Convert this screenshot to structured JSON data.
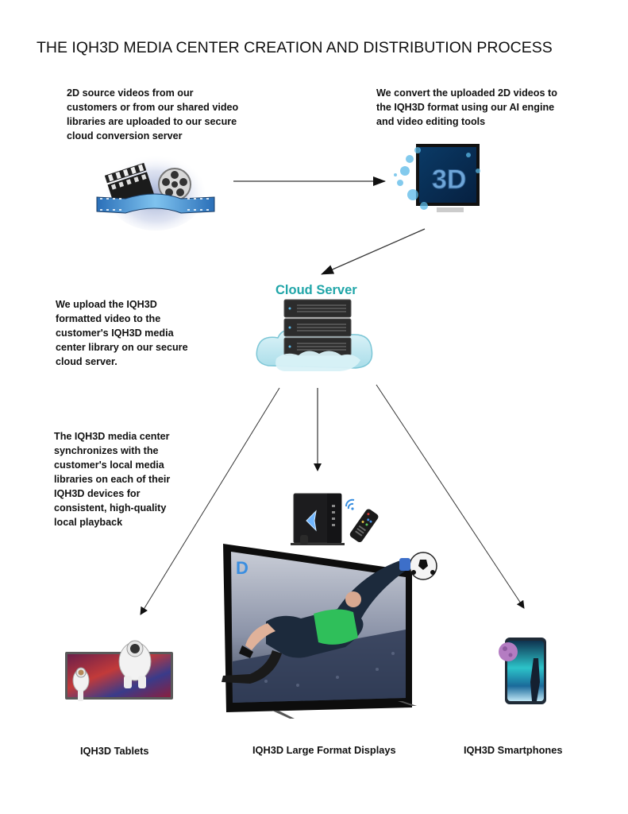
{
  "title": "THE IQH3D MEDIA CENTER CREATION AND DISTRIBUTION PROCESS",
  "steps": {
    "upload_source": {
      "lines": [
        "2D source videos from our",
        "customers or from our shared video",
        "libraries are uploaded to our secure",
        "cloud conversion server"
      ],
      "icon": "film-clapper-reel-icon"
    },
    "convert": {
      "lines": [
        "We convert the uploaded 2D videos to",
        "the IQH3D format using our AI engine",
        "and video editing tools"
      ],
      "icon": "3d-tv-splash-icon",
      "badge_text": "3D"
    },
    "cloud": {
      "heading": "Cloud Server",
      "lines": [
        "We upload the IQH3D",
        "formatted video to the",
        "customer's IQH3D media",
        "center library on our secure",
        "cloud server."
      ],
      "icon": "cloud-server-icon"
    },
    "sync": {
      "lines": [
        "The IQH3D media center",
        "synchronizes with the",
        "customer's local media",
        "libraries on each of their",
        "IQH3D devices for",
        "consistent, high-quality",
        "local playback"
      ]
    }
  },
  "devices": [
    {
      "label": "IQH3D Tablets",
      "icon": "tablet-astronaut-icon"
    },
    {
      "label": "IQH3D Large Format Displays",
      "icon": "large-tv-goalkeeper-icon"
    },
    {
      "label": "IQH3D Smartphones",
      "icon": "smartphone-aurora-icon"
    }
  ],
  "media_box": {
    "icon": "media-box-remote-icon"
  },
  "colors": {
    "cloud_heading": "#1fa5a8",
    "text": "#111111",
    "arrow": "#333333"
  }
}
